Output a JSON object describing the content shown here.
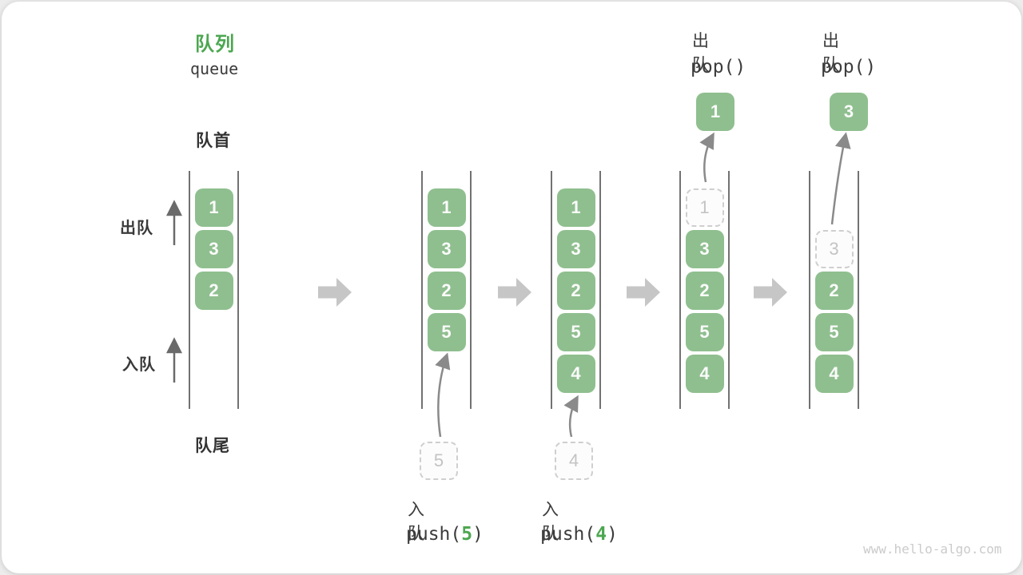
{
  "title": {
    "zh": "队列",
    "en": "queue"
  },
  "side_labels": {
    "front": "队首",
    "rear": "队尾",
    "dequeue": "出队",
    "enqueue": "入队"
  },
  "watermark": "www.hello-algo.com",
  "colors": {
    "box_green": "#8FBF8F",
    "accent_green": "#4CA750",
    "text_dark": "#3C3C3C",
    "ghost_border": "#CFCFCF",
    "ghost_text": "#C3C3C3",
    "curve_arrow_gray": "#8A8A8A",
    "side_arrow_gray": "#6A6A6A",
    "block_arrow_gray": "#C6C6C6",
    "channel_wall_gray": "#4F4F4F",
    "watermark_gray": "#CBCBCB"
  },
  "queues": [
    {
      "name": "state-initial",
      "cells": [
        {
          "slot": 0,
          "value": "1",
          "ghost": false
        },
        {
          "slot": 1,
          "value": "3",
          "ghost": false
        },
        {
          "slot": 2,
          "value": "2",
          "ghost": false
        }
      ]
    },
    {
      "name": "state-after-push-5",
      "cells": [
        {
          "slot": 0,
          "value": "1",
          "ghost": false
        },
        {
          "slot": 1,
          "value": "3",
          "ghost": false
        },
        {
          "slot": 2,
          "value": "2",
          "ghost": false
        },
        {
          "slot": 3,
          "value": "5",
          "ghost": false
        }
      ],
      "pending": "5",
      "op": {
        "label": "入队",
        "code_pre": "push(",
        "code_arg": "5",
        "code_post": ")"
      }
    },
    {
      "name": "state-after-push-4",
      "cells": [
        {
          "slot": 0,
          "value": "1",
          "ghost": false
        },
        {
          "slot": 1,
          "value": "3",
          "ghost": false
        },
        {
          "slot": 2,
          "value": "2",
          "ghost": false
        },
        {
          "slot": 3,
          "value": "5",
          "ghost": false
        },
        {
          "slot": 4,
          "value": "4",
          "ghost": false
        }
      ],
      "pending": "4",
      "op": {
        "label": "入队",
        "code_pre": "push(",
        "code_arg": "4",
        "code_post": ")"
      }
    },
    {
      "name": "state-after-pop-1",
      "cells": [
        {
          "slot": 0,
          "value": "1",
          "ghost": true
        },
        {
          "slot": 1,
          "value": "3",
          "ghost": false
        },
        {
          "slot": 2,
          "value": "2",
          "ghost": false
        },
        {
          "slot": 3,
          "value": "5",
          "ghost": false
        },
        {
          "slot": 4,
          "value": "4",
          "ghost": false
        }
      ],
      "popped": "1",
      "op": {
        "label": "出队",
        "code_pre": "pop()",
        "code_arg": "",
        "code_post": ""
      }
    },
    {
      "name": "state-after-pop-3",
      "cells": [
        {
          "slot": 1,
          "value": "3",
          "ghost": true
        },
        {
          "slot": 2,
          "value": "2",
          "ghost": false
        },
        {
          "slot": 3,
          "value": "5",
          "ghost": false
        },
        {
          "slot": 4,
          "value": "4",
          "ghost": false
        }
      ],
      "popped": "3",
      "op": {
        "label": "出队",
        "code_pre": "pop()",
        "code_arg": "",
        "code_post": ""
      }
    }
  ]
}
